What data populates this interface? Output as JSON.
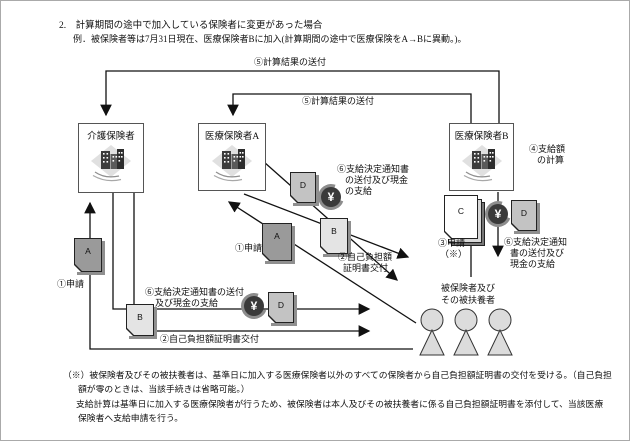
{
  "header": {
    "line1": "2.　計算期間の途中で加入している保険者に変更があった場合",
    "line2": "例．被保険者等は7月31日現在、医療保険者Bに加入(計算期間の途中で医療保険をA→Bに異動。)。"
  },
  "boxes": {
    "kaigo": {
      "title": "介護保険者"
    },
    "iryo_a": {
      "title": "医療保険者A"
    },
    "iryo_b": {
      "title": "医療保険者B"
    }
  },
  "flows": {
    "send_top": "⑤計算結果の送付",
    "send_mid": "⑤計算結果の送付",
    "apply_left": "①申請",
    "apply_mid": "①申請",
    "apply_right_l1": "③申請",
    "apply_right_l2": "（※）",
    "calc_l1": "④支給額",
    "calc_l2": "の計算",
    "notice_left_l1": "⑥支給決定通知書の送付",
    "notice_left_l2": "及び現金の支給",
    "cert_left": "②自己負担額証明書交付",
    "notice_mid_l1": "⑥支給決定通知書",
    "notice_mid_l2": "の送付及び現金",
    "notice_mid_l3": "の支給",
    "cert_mid_l1": "②自己負担額",
    "cert_mid_l2": "証明書交付",
    "notice_right_l1": "⑥支給決定通知",
    "notice_right_l2": "書の送付及び",
    "notice_right_l3": "現金の支給"
  },
  "insured": {
    "l1": "被保険者及び",
    "l2": "その被扶養者"
  },
  "documents": {
    "a_left": "A",
    "b_left": "B",
    "d_left": "D",
    "a_mid": "A",
    "b_mid": "B",
    "d_mid": "D",
    "c_right": "C",
    "d_right": "D"
  },
  "coin_symbol": "¥",
  "note": {
    "l1": "（※）被保険者及びその被扶養者は、基準日に加入する医療保険者以外のすべての保険者から自己負担額証明書の交付を受ける。（自己負担",
    "l2": "額が零のときは、当該手続きは省略可能。）",
    "l3": "支給計算は基準日に加入する医療保険者が行うため、被保険者は本人及びその被扶養者に係る自己負担額証明書を添付して、当該医療",
    "l4": "保険者へ支給申請を行う。"
  },
  "colors": {
    "line": "#111111",
    "doc_dark": "#9a9a9a",
    "doc_light": "#e4e4e4",
    "doc_mid": "#c3c3c3",
    "coin": "#3a3a3a"
  }
}
